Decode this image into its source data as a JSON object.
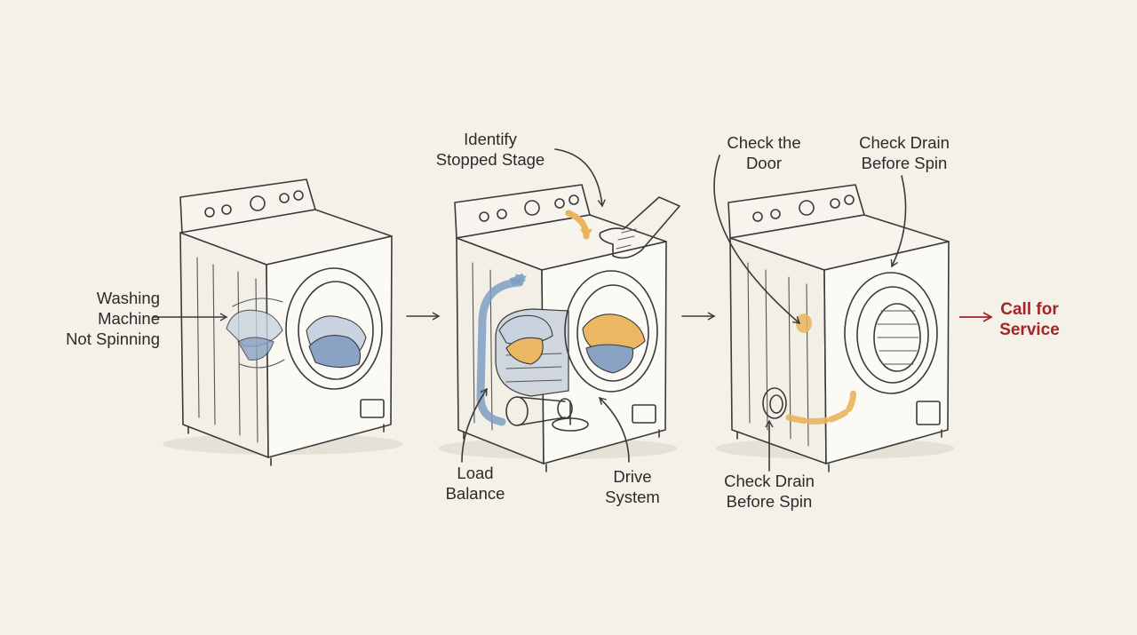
{
  "labels": {
    "problem": [
      "Washing",
      "Machine",
      "Not Spinning"
    ],
    "identify_stage": [
      "Identify",
      "Stopped Stage"
    ],
    "load_balance": [
      "Load",
      "Balance"
    ],
    "drive_system": [
      "Drive",
      "System"
    ],
    "check_door": [
      "Check the",
      "Door"
    ],
    "check_drain_top": [
      "Check Drain",
      "Before Spin"
    ],
    "check_drain_bottom": [
      "Check Drain",
      "Before Spin"
    ],
    "call_service": [
      "Call for",
      "Service"
    ]
  },
  "colors": {
    "background": "#f3f1e8",
    "ink": "#3a3a3a",
    "accent_blue": "#7f9ec2",
    "accent_orange": "#e9b45c",
    "service_red": "#a42427"
  },
  "icons": {
    "flow_arrow": "right-arrow-icon",
    "service_arrow": "red-right-arrow-icon"
  }
}
